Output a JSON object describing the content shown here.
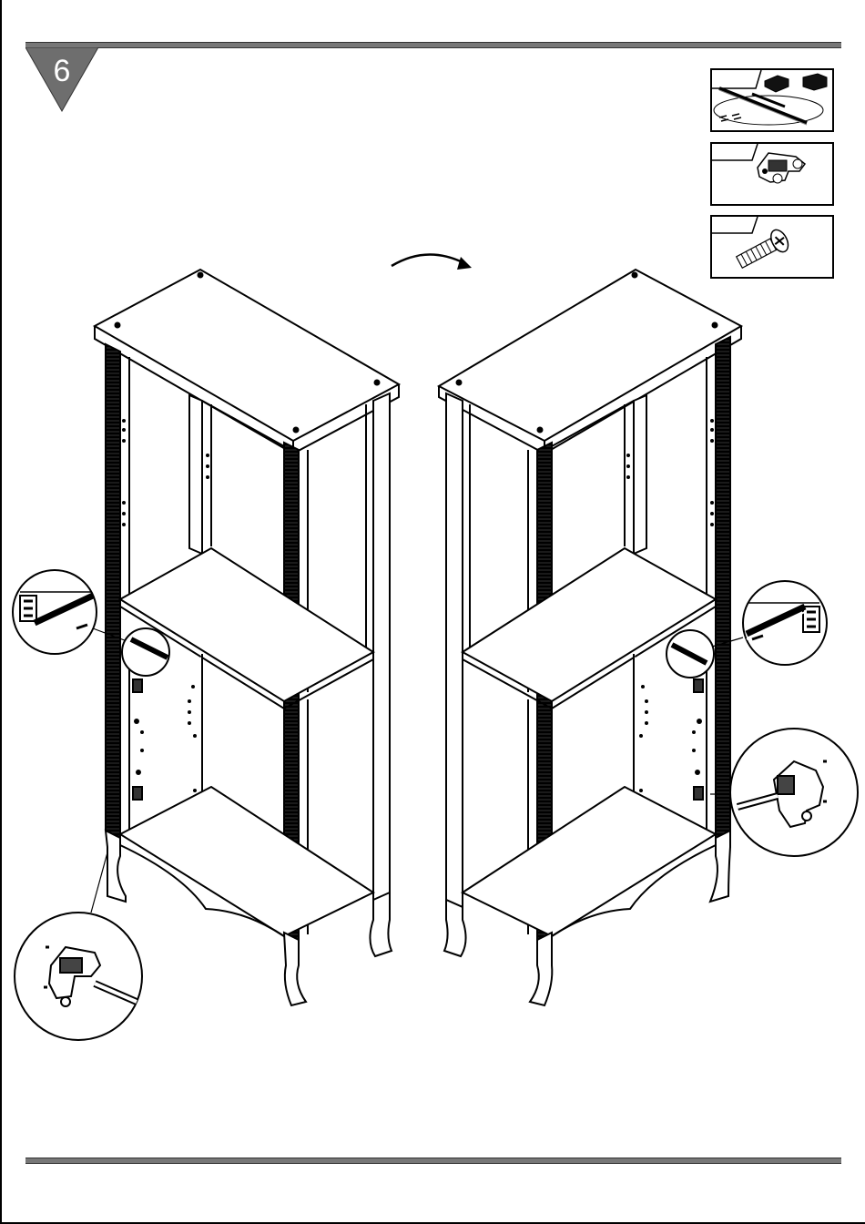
{
  "step": {
    "number": "6"
  },
  "parts": [
    {
      "name": "shelf-support-rail-kit",
      "icon": "rail-bracket-icon"
    },
    {
      "name": "hinge-mounting-plate",
      "icon": "hinge-plate-icon"
    },
    {
      "name": "screw",
      "icon": "screw-icon"
    }
  ],
  "colors": {
    "ink": "#000000",
    "rule": "#777777",
    "badge": "#6e6e6e"
  }
}
